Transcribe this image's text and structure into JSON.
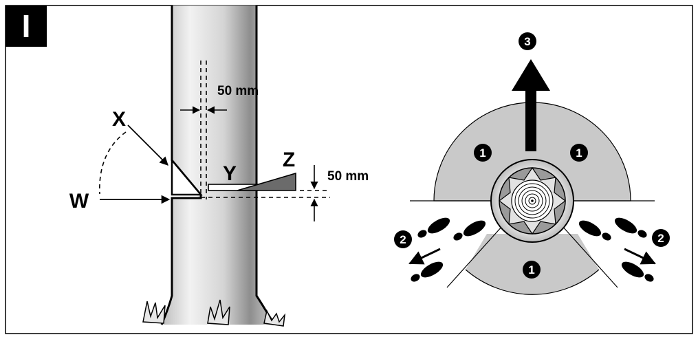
{
  "panel": {
    "label": "I"
  },
  "felling_cut": {
    "label_w": "W",
    "label_x": "X",
    "label_y": "Y",
    "label_z": "Z",
    "hinge_width": "50 mm",
    "step_height": "50 mm"
  },
  "escape_zones": {
    "zone_marker": "1",
    "retreat_marker": "2",
    "fall_direction_marker": "3"
  },
  "colors": {
    "zone_fill": "#c9c9c9",
    "trunk_fill": "#d8d8d8",
    "wedge_fill": "#6b6b6b",
    "outline": "#000000"
  }
}
